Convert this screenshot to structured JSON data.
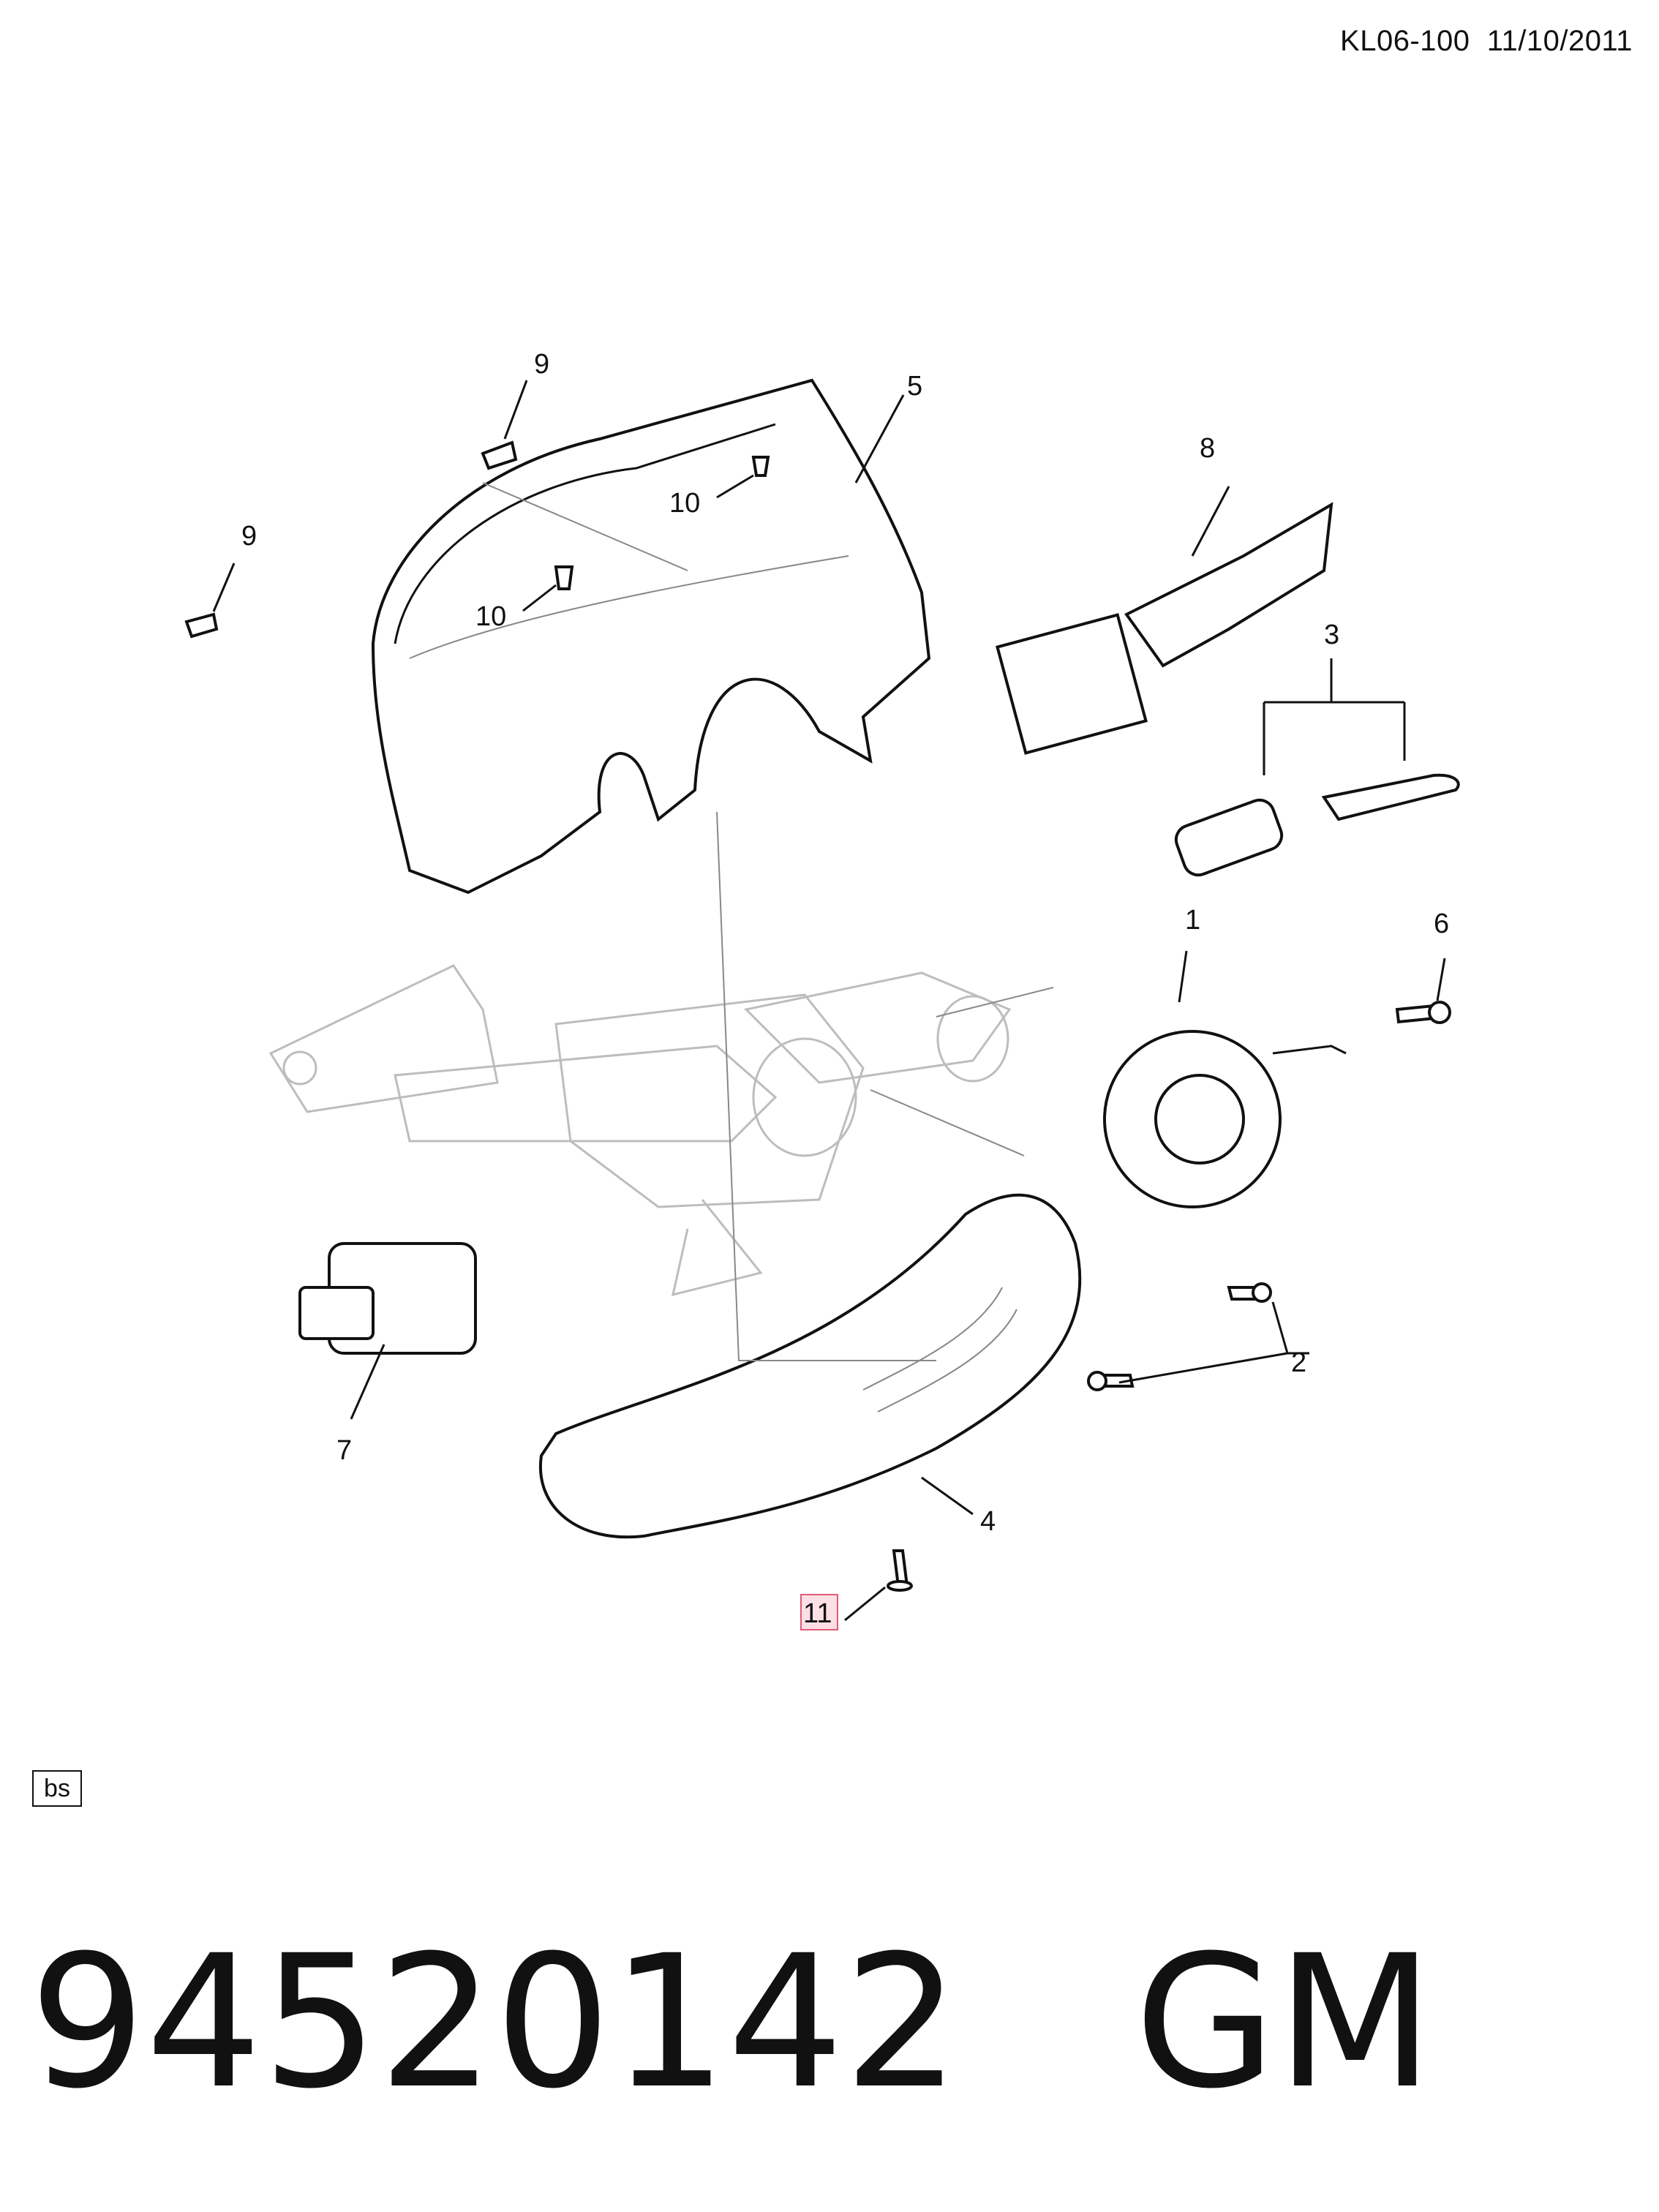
{
  "header": {
    "code": "KL06-100",
    "date": "11/10/2011"
  },
  "callouts": {
    "c1": "1",
    "c2": "2",
    "c3": "3",
    "c4": "4",
    "c5": "5",
    "c6": "6",
    "c7": "7",
    "c8": "8",
    "c9a": "9",
    "c9b": "9",
    "c10a": "10",
    "c10b": "10",
    "c11": "11"
  },
  "badge": "bs",
  "footer": {
    "part_number": "94520142",
    "brand": "GM"
  },
  "colors": {
    "highlight_fill": "#fde0e6",
    "highlight_border": "#e05b73",
    "ghost": "#bdbdbd"
  }
}
